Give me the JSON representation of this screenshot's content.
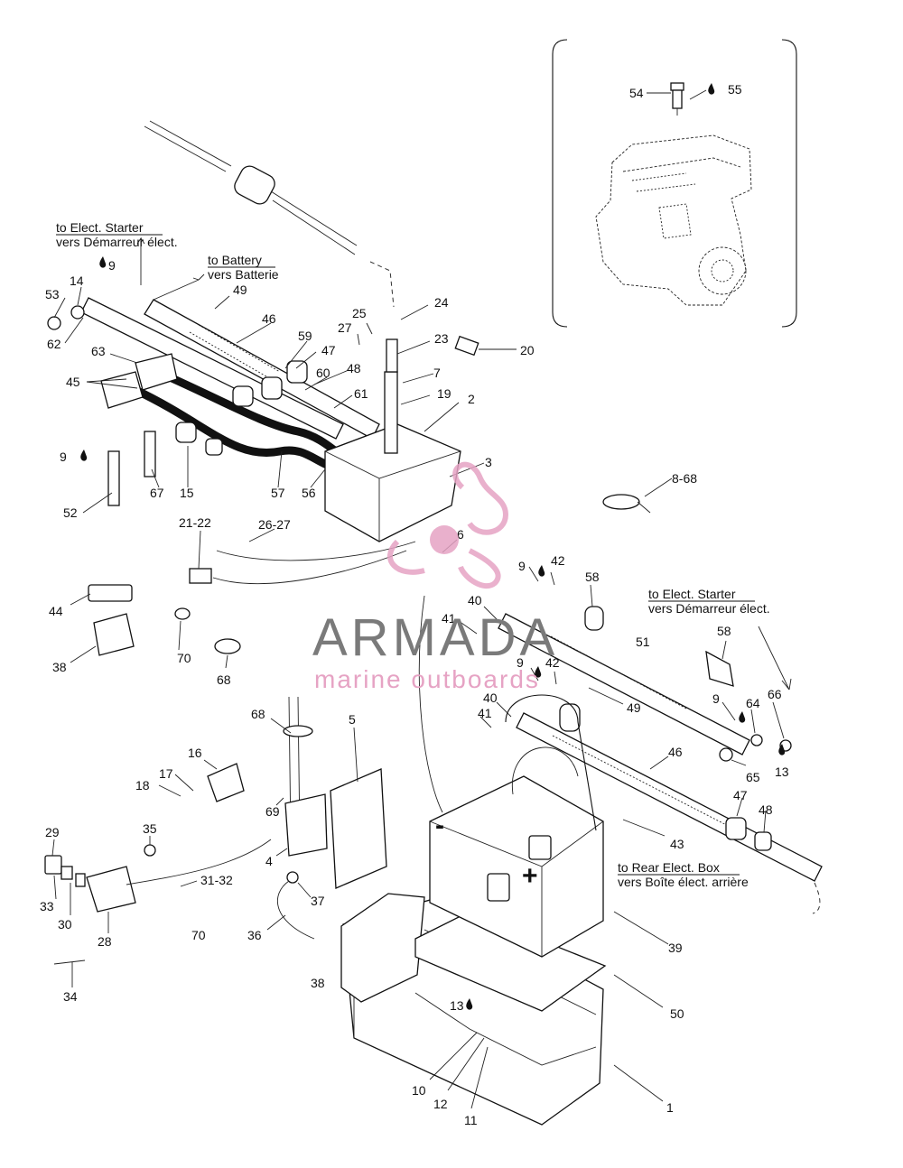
{
  "callouts": [
    {
      "t": "54"
    },
    {
      "t": "55"
    },
    {
      "t": "53"
    },
    {
      "t": "14"
    },
    {
      "t": "9"
    },
    {
      "t": "62"
    },
    {
      "t": "49"
    },
    {
      "t": "46"
    },
    {
      "t": "25"
    },
    {
      "t": "24"
    },
    {
      "t": "27"
    },
    {
      "t": "23"
    },
    {
      "t": "20"
    },
    {
      "t": "63"
    },
    {
      "t": "59"
    },
    {
      "t": "47"
    },
    {
      "t": "48"
    },
    {
      "t": "60"
    },
    {
      "t": "7"
    },
    {
      "t": "61"
    },
    {
      "t": "19"
    },
    {
      "t": "45"
    },
    {
      "t": "2"
    },
    {
      "t": "9"
    },
    {
      "t": "3"
    },
    {
      "t": "52"
    },
    {
      "t": "67"
    },
    {
      "t": "15"
    },
    {
      "t": "57"
    },
    {
      "t": "56"
    },
    {
      "t": "8-68"
    },
    {
      "t": "21-22"
    },
    {
      "t": "26-27"
    },
    {
      "t": "6"
    },
    {
      "t": "9"
    },
    {
      "t": "42"
    },
    {
      "t": "58"
    },
    {
      "t": "44"
    },
    {
      "t": "40"
    },
    {
      "t": "41"
    },
    {
      "t": "51"
    },
    {
      "t": "70"
    },
    {
      "t": "38"
    },
    {
      "t": "68"
    },
    {
      "t": "9"
    },
    {
      "t": "42"
    },
    {
      "t": "58"
    },
    {
      "t": "40"
    },
    {
      "t": "9"
    },
    {
      "t": "64"
    },
    {
      "t": "66"
    },
    {
      "t": "41"
    },
    {
      "t": "49"
    },
    {
      "t": "68"
    },
    {
      "t": "5"
    },
    {
      "t": "46"
    },
    {
      "t": "65"
    },
    {
      "t": "13"
    },
    {
      "t": "16"
    },
    {
      "t": "17"
    },
    {
      "t": "18"
    },
    {
      "t": "47"
    },
    {
      "t": "48"
    },
    {
      "t": "69"
    },
    {
      "t": "43"
    },
    {
      "t": "35"
    },
    {
      "t": "29"
    },
    {
      "t": "4"
    },
    {
      "t": "31-32"
    },
    {
      "t": "33"
    },
    {
      "t": "30"
    },
    {
      "t": "37"
    },
    {
      "t": "28"
    },
    {
      "t": "70"
    },
    {
      "t": "36"
    },
    {
      "t": "39"
    },
    {
      "t": "38"
    },
    {
      "t": "34"
    },
    {
      "t": "50"
    },
    {
      "t": "13"
    },
    {
      "t": "10"
    },
    {
      "t": "12"
    },
    {
      "t": "11"
    },
    {
      "t": "1"
    }
  ],
  "notes": {
    "starter_top_en": "to Elect. Starter",
    "starter_top_fr": "vers Démarreur élect.",
    "battery_en": "to Battery",
    "battery_fr": "vers Batterie",
    "starter_right_en": "to Elect. Starter",
    "starter_right_fr": "vers Démarreur élect.",
    "rear_box_en": "to Rear Elect. Box",
    "rear_box_fr": "vers Boîte élect. arrière"
  },
  "battery_marks": {
    "neg": "-",
    "pos": "+"
  },
  "watermark": {
    "brand": "ARMADA",
    "tagline": "marine outboards",
    "color_pink": "#e6a3c4",
    "color_gray": "#7a7a7a"
  },
  "icons": {
    "drop": "oil-drop-icon"
  }
}
